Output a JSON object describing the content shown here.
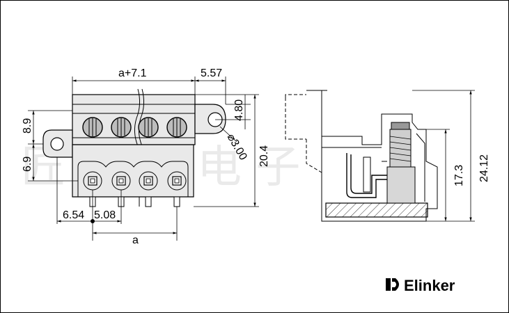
{
  "drawing": {
    "dimensions": {
      "top_width": "a+7.1",
      "flange_width": "5.57",
      "hole_offset": "4.80",
      "hole_diameter": "⌀3.00",
      "height_left_top": "8.9",
      "height_left_bottom": "6.9",
      "overall_height": "20.4",
      "pin_offset": "6.54",
      "pitch": "5.08",
      "span": "a",
      "side_height": "17.3",
      "side_total_height": "24.12"
    },
    "logo": {
      "name": "Elinker"
    },
    "colors": {
      "line": "#000000",
      "body": "#e9e9e9",
      "background": "#ffffff"
    }
  }
}
